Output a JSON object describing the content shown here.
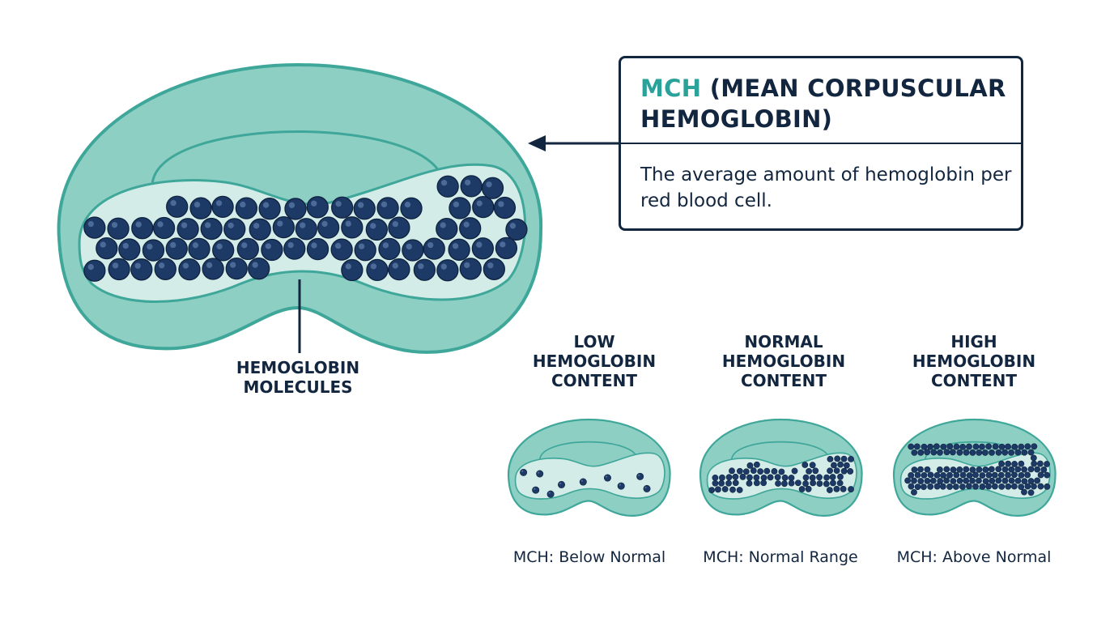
{
  "main_cell": {
    "callout_label": "HEMOGLOBIN\nMOLECULES"
  },
  "info_box": {
    "title_accent": "MCH",
    "title_rest": " (MEAN CORPUSCULAR HEMOGLOBIN)",
    "description": "The average amount of hemoglobin per red blood cell."
  },
  "comparison": [
    {
      "heading": "LOW\nHEMOGLOBIN\nCONTENT",
      "caption": "MCH: Below Normal",
      "level": "low"
    },
    {
      "heading": "NORMAL\nHEMOGLOBIN\nCONTENT",
      "caption": "MCH: Normal Range",
      "level": "normal"
    },
    {
      "heading": "HIGH\nHEMOGLOBIN\nCONTENT",
      "caption": "MCH: Above Normal",
      "level": "high"
    }
  ],
  "colors": {
    "cell_fill": "#8ecfc4",
    "cell_stroke": "#3fa79a",
    "cell_inner": "#d3ece7",
    "molecule": "#1d3a66",
    "ink": "#13263f",
    "accent": "#2aa29a"
  }
}
